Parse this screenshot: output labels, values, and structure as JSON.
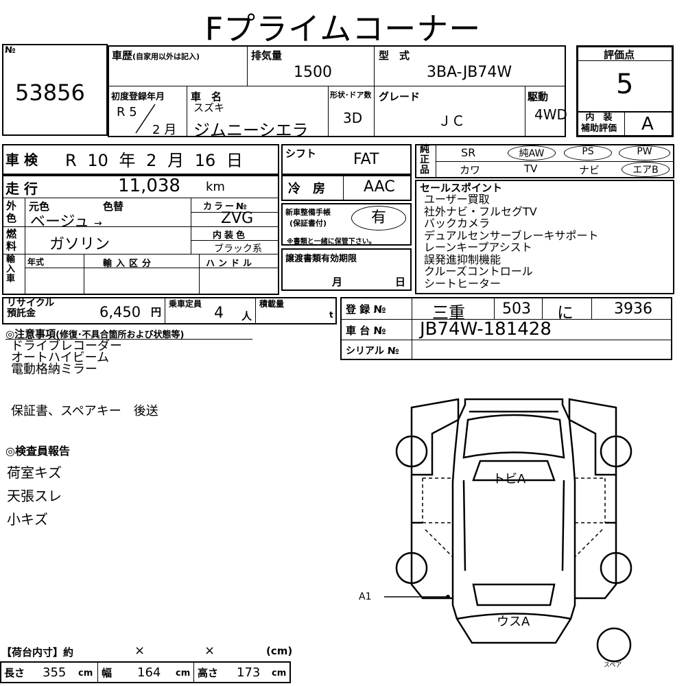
{
  "title": "Fプライムコーナー",
  "no": {
    "label": "№",
    "value": "53856"
  },
  "history": {
    "label": "車歴",
    "note": "(自家用以外は記入)"
  },
  "displacement": {
    "label": "排気量",
    "value": "1500"
  },
  "model": {
    "label": "型　式",
    "value": "3BA-JB74W"
  },
  "rating": {
    "label": "評価点",
    "value": "5",
    "interior_label_1": "内　装",
    "interior_label_2": "補助評価",
    "interior_value": "A"
  },
  "first_reg": {
    "label": "初度登録年月",
    "era": "R",
    "year": "5",
    "month": "2",
    "month_unit": "月"
  },
  "car_name": {
    "label": "車　名",
    "maker": "スズキ",
    "value": "ジムニーシエラ"
  },
  "doors": {
    "label": "形状･ドア数",
    "value": "3D"
  },
  "grade": {
    "label": "グレード",
    "value": "ＪＣ"
  },
  "drive": {
    "label": "駆動",
    "value": "4WD"
  },
  "inspection": {
    "label": "車 検",
    "era": "R",
    "year": "10",
    "year_unit": "年",
    "month": "2",
    "month_unit": "月",
    "day": "16",
    "day_unit": "日"
  },
  "shift": {
    "label": "シフト",
    "value": "FAT"
  },
  "equipment": {
    "label": "純正品",
    "row1": [
      "SR",
      "純AW",
      "PS",
      "PW"
    ],
    "row2": [
      "カワ",
      "TV",
      "ナビ",
      "エアB"
    ]
  },
  "mileage": {
    "label": "走 行",
    "value": "11,038",
    "unit": "km"
  },
  "ac": {
    "label": "冷　房",
    "value": "AAC"
  },
  "sales_points": {
    "label": "セールスポイント",
    "items": [
      "ユーザー買取",
      "社外ナビ・フルセグTV",
      "バックカメラ",
      "デュアルセンサーブレーキサポート",
      "レーンキープアシスト",
      "誤発進抑制機能",
      "クルーズコントロール",
      "シートヒーター"
    ]
  },
  "exterior_color": {
    "label": "外色",
    "orig_label": "元色",
    "change_label": "色替",
    "value": "ベージュ",
    "arrow": "→"
  },
  "color_no": {
    "label": "カラー№",
    "value": "ZVG"
  },
  "warranty_book": {
    "label1": "新車整備手帳",
    "label2": "(保証書付)",
    "value": "有",
    "note": "※書類と一緒に保管下さい。"
  },
  "fuel": {
    "label": "燃料",
    "value": "ガソリン"
  },
  "interior_color": {
    "label": "内装色",
    "value": "ブラック系"
  },
  "import": {
    "label": "輸入車",
    "year_label": "年式",
    "type_label": "輸入区分",
    "handle_label": "ハンドル"
  },
  "transfer_docs": {
    "label": "譲渡書類有効期限",
    "month_unit": "月",
    "day_unit": "日"
  },
  "recycle": {
    "label1": "リサイクル",
    "label2": "預託金",
    "value": "6,450",
    "unit": "円"
  },
  "capacity": {
    "label": "乗車定員",
    "value": "4",
    "unit": "人"
  },
  "load": {
    "label": "積載量",
    "unit": "t"
  },
  "registration": {
    "label": "登 録 №",
    "region": "三重",
    "class": "503",
    "kana": "に",
    "number": "3936"
  },
  "chassis": {
    "label": "車 台 №",
    "value": "JB74W-181428"
  },
  "serial": {
    "label": "シリアル №",
    "value": ""
  },
  "notes": {
    "label": "◎注意事項",
    "sub": "(修復･不具合箇所および状態等)",
    "items": [
      "ドライブレコーダー",
      "オートハイビーム",
      "電動格納ミラー"
    ],
    "extra": "保証書、スペアキー　後送"
  },
  "inspector": {
    "label": "◎検査員報告",
    "items": [
      "荷室キズ",
      "天張スレ",
      "小キズ"
    ]
  },
  "diagram": {
    "mark_front": "トビA",
    "mark_rear": "ウスA",
    "mark_side": "A1",
    "spare_label": "スペア"
  },
  "cargo": {
    "label": "【荷台内寸】約",
    "x1": "×",
    "x2": "×",
    "unit_note": "(cm)",
    "length_label": "長さ",
    "length": "355",
    "width_label": "幅",
    "width": "164",
    "height_label": "高さ",
    "height": "173",
    "unit": "cm"
  }
}
